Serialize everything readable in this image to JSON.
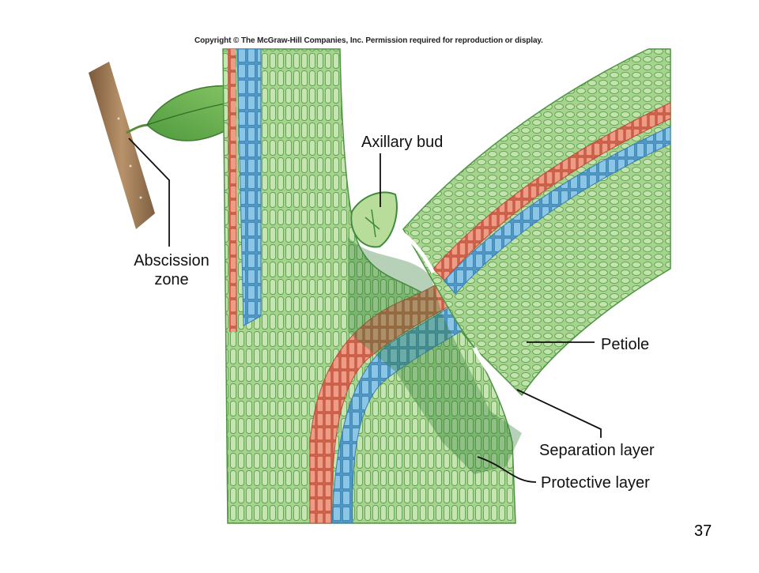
{
  "copyright": "Copyright © The McGraw-Hill Companies, Inc. Permission required for reproduction or display.",
  "labels": {
    "axillary_bud": "Axillary bud",
    "abscission_zone_line1": "Abscission",
    "abscission_zone_line2": "zone",
    "petiole": "Petiole",
    "separation_layer": "Separation layer",
    "protective_layer": "Protective layer"
  },
  "slide_number": "37",
  "colors": {
    "tissue_green": "#8fc77a",
    "tissue_dark_green": "#3f8a3c",
    "xylem_blue": "#6fb3d9",
    "phloem_red": "#e07a62",
    "leader_line": "#111111"
  }
}
